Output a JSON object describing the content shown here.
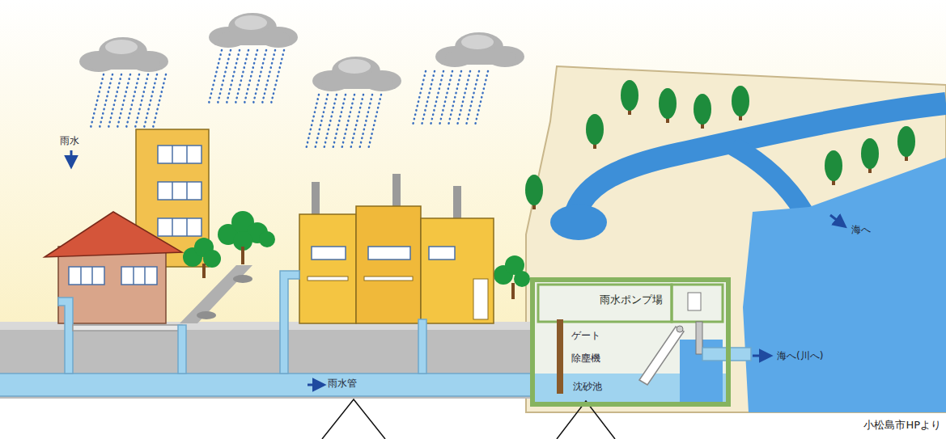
{
  "diagram": {
    "caption": "小松島市HPより",
    "nodes": [
      {
        "text": [
          "雨水ポンプ場"
        ]
      }
    ],
    "labels": [
      "雨水",
      "海へ",
      "ゲート",
      "除塵機",
      "海へ(川へ)",
      "雨水管",
      "沈砂池"
    ]
  }
}
